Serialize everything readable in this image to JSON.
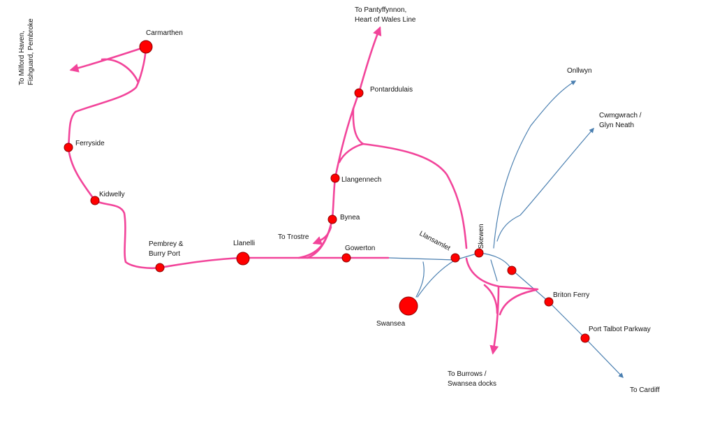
{
  "colors": {
    "passenger_line": "#f2449a",
    "freight_line": "#4a7fb0",
    "station_fill": "#ff0000",
    "station_stroke": "#8a0000"
  },
  "stations": {
    "carmarthen": "Carmarthen",
    "ferryside": "Ferryside",
    "kidwelly": "Kidwelly",
    "pembrey_l1": "Pembrey &",
    "pembrey_l2": "Burry Port",
    "llanelli": "Llanelli",
    "pontarddulais": "Pontarddulais",
    "llangennech": "Llangennech",
    "bynea": "Bynea",
    "gowerton": "Gowerton",
    "swansea": "Swansea",
    "llansamlet": "Llansamlet",
    "skewen": "Skewen",
    "briton_ferry": "Briton Ferry",
    "port_talbot_parkway": "Port Talbot Parkway"
  },
  "destinations": {
    "milford_l1": "To Milford Haven,",
    "milford_l2": "Fishguard, Pembroke",
    "pantyffynnon_l1": "To Pantyffynnon,",
    "pantyffynnon_l2": "Heart of Wales Line",
    "trostre": "To Trostre",
    "onllwyn": "Onllwyn",
    "cwmgwrach_l1": "Cwmgwrach /",
    "cwmgwrach_l2": "Glyn Neath",
    "burrows_l1": "To Burrows /",
    "burrows_l2": "Swansea docks",
    "cardiff": "To Cardiff"
  }
}
